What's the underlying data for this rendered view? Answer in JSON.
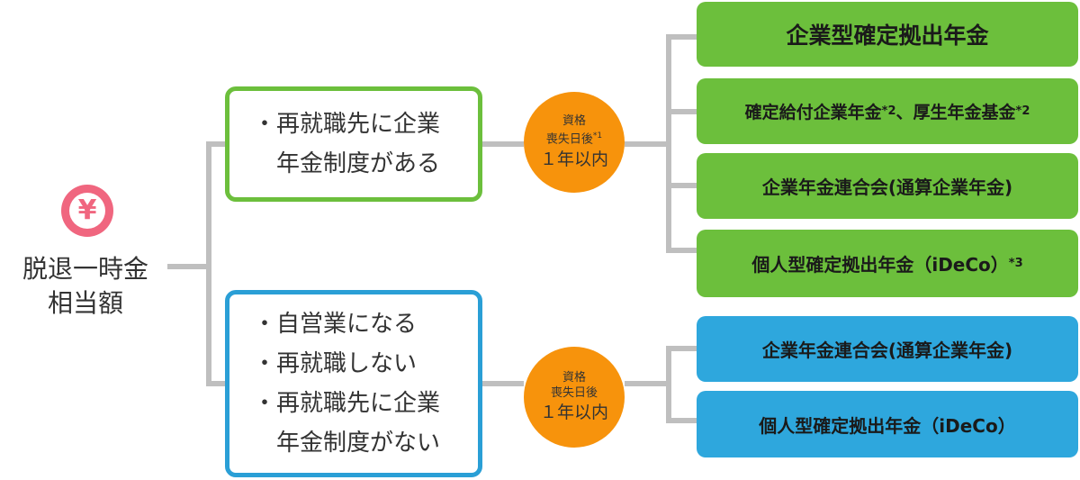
{
  "source": {
    "icon": "yen-icon",
    "icon_glyph": "¥",
    "label_line1": "脱退一時金",
    "label_line2": "相当額"
  },
  "branches": [
    {
      "condition_lines": [
        "・再就職先に企業",
        "年金制度がある"
      ],
      "timing": {
        "line1": "資格",
        "line2": "喪失日後",
        "note_mark": "*1",
        "line3": "１年以内"
      },
      "destinations": [
        {
          "label": "企業型確定拠出年金",
          "note": ""
        },
        {
          "label": "確定給付企業年金",
          "note": "*2",
          "label2": "、厚生年金基金",
          "note2": "*2"
        },
        {
          "label": "企業年金連合会(通算企業年金)",
          "note": ""
        },
        {
          "label": "個人型確定拠出年金（iDeCo）",
          "note": "*3"
        }
      ]
    },
    {
      "condition_lines": [
        "・自営業になる",
        "・再就職しない",
        "・再就職先に企業",
        "年金制度がない"
      ],
      "timing": {
        "line1": "資格",
        "line2": "喪失日後",
        "note_mark": "",
        "line3": "１年以内"
      },
      "destinations": [
        {
          "label": "企業年金連合会(通算企業年金)",
          "note": ""
        },
        {
          "label": "個人型確定拠出年金（iDeCo）",
          "note": ""
        }
      ]
    }
  ],
  "colors": {
    "connector": "#bfbfbf",
    "branch_a": "#6cbf3c",
    "branch_b": "#2a9fd6",
    "timing": "#f7930c",
    "icon": "#f0667f"
  }
}
